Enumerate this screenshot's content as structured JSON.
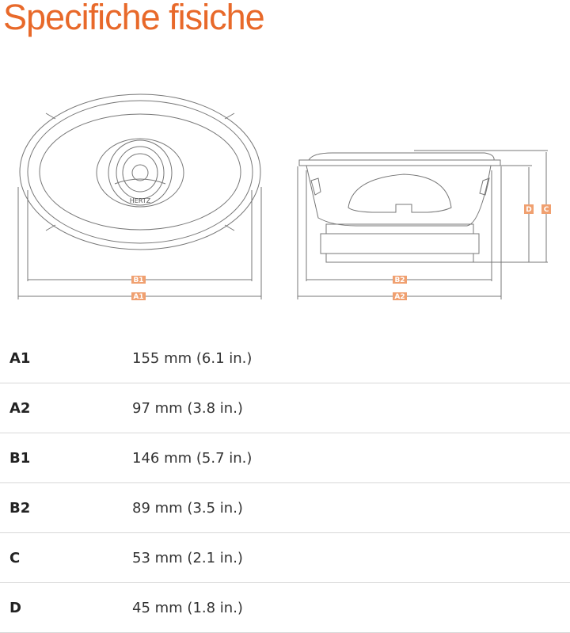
{
  "title": "Specifiche fisiche",
  "diagram": {
    "brand": "HERTZ",
    "labels": {
      "a1": "A1",
      "b1": "B1",
      "a2": "A2",
      "b2": "B2",
      "c": "C",
      "d": "D"
    },
    "accent": "#e8692a"
  },
  "specs": [
    {
      "label": "A1",
      "value": "155 mm (6.1 in.)"
    },
    {
      "label": "A2",
      "value": "97 mm (3.8 in.)"
    },
    {
      "label": "B1",
      "value": "146 mm (5.7 in.)"
    },
    {
      "label": "B2",
      "value": "89 mm (3.5 in.)"
    },
    {
      "label": "C",
      "value": "53 mm (2.1 in.)"
    },
    {
      "label": "D",
      "value": "45 mm (1.8 in.)"
    }
  ]
}
